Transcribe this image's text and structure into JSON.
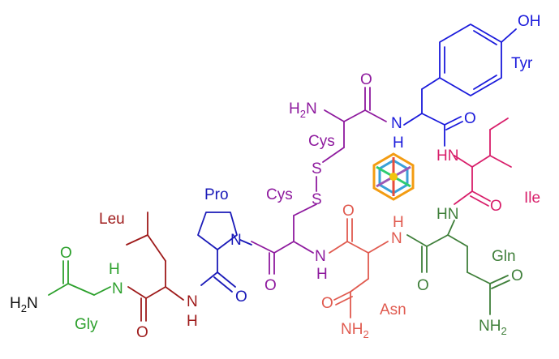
{
  "colors": {
    "tyr": "#1a1adb",
    "cys": "#8e1a9e",
    "ile": "#d81e6a",
    "gln": "#3f7f3a",
    "asn": "#e05a4f",
    "pro": "#1a1ab8",
    "leu": "#9e1a1a",
    "gly": "#2ca02c",
    "black": "#111111"
  },
  "logo": {
    "icon": "hexagonal-snowflake-logo"
  },
  "residues": {
    "tyr": "Tyr",
    "cys1": "Cys",
    "ile": "Ile",
    "cys2": "Cys",
    "gln": "Gln",
    "asn": "Asn",
    "pro": "Pro",
    "leu": "Leu",
    "gly": "Gly"
  },
  "atoms": {
    "oh": "OH",
    "o": "O",
    "n": "N",
    "h": "H",
    "hn": "HN",
    "s": "S",
    "h2n_top": "H",
    "h2n_top_sub": "2",
    "h2n_top_n": "N",
    "h2n_left": "H",
    "h2n_left_sub": "2",
    "h2n_left_n": "N",
    "nh2_asn": "NH",
    "nh2_asn_sub": "2",
    "nh2_gln": "NH",
    "nh2_gln_sub": "2"
  }
}
